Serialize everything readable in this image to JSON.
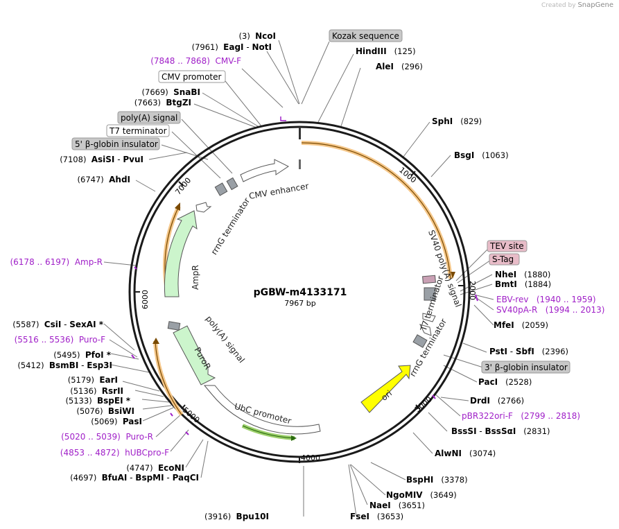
{
  "credit": {
    "prefix": "Created by",
    "brand": "SnapGene"
  },
  "plasmid": {
    "name": "pGBW-m4133171",
    "size": "7967 bp"
  },
  "ticks": [
    "1000",
    "2000",
    "3000",
    "4000",
    "5000",
    "6000",
    "7000"
  ],
  "boxes": [
    "Kozak sequence",
    "CMV promoter",
    "poly(A) signal",
    "T7 terminator",
    "5' β-globin insulator",
    "TEV site",
    "S-Tag",
    "3' β-globin insulator"
  ],
  "enzymes": [
    {
      "pos": "(3)",
      "name": "NcoI"
    },
    {
      "pos": "(7961)",
      "name": "EagI",
      "sep": " - ",
      "name2": "NotI"
    },
    {
      "pos": "(125)",
      "name": "HindIII"
    },
    {
      "pos": "(296)",
      "name": "AleI"
    },
    {
      "pos": "(7669)",
      "name": "SnaBI"
    },
    {
      "pos": "(7663)",
      "name": "BtgZI"
    },
    {
      "pos": "(829)",
      "name": "SphI"
    },
    {
      "pos": "(1063)",
      "name": "BsgI"
    },
    {
      "pos": "(7108)",
      "name": "AsiSI",
      "sep": " - ",
      "name2": "PvuI"
    },
    {
      "pos": "(6747)",
      "name": "AhdI"
    },
    {
      "pos": "(1880)",
      "name": "NheI"
    },
    {
      "pos": "(1884)",
      "name": "BmtI"
    },
    {
      "pos": "(2059)",
      "name": "MfeI"
    },
    {
      "pos": "(5587)",
      "name": "CsiI",
      "sep": " - ",
      "name2": "SexAI *"
    },
    {
      "pos": "(5495)",
      "name": "PfoI *"
    },
    {
      "pos": "(5412)",
      "name": "BsmBI",
      "sep": " - ",
      "name2": "Esp3I"
    },
    {
      "pos": "(2396)",
      "name": "PstI",
      "sep": " - ",
      "name2": "SbfI"
    },
    {
      "pos": "(2528)",
      "name": "PacI"
    },
    {
      "pos": "(5179)",
      "name": "EarI"
    },
    {
      "pos": "(5136)",
      "name": "RsrII"
    },
    {
      "pos": "(5133)",
      "name": "BspEI *"
    },
    {
      "pos": "(5076)",
      "name": "BsiWI"
    },
    {
      "pos": "(5069)",
      "name": "PasI"
    },
    {
      "pos": "(2766)",
      "name": "DrdI"
    },
    {
      "pos": "(2831)",
      "name": "BssSI",
      "sep": " - ",
      "name2": "BssSαI"
    },
    {
      "pos": "(3074)",
      "name": "AlwNI"
    },
    {
      "pos": "(4747)",
      "name": "EcoNI"
    },
    {
      "pos": "(4697)",
      "name": "BfuAI",
      "sep": " - ",
      "name2": "BspMI",
      "sep2": " - ",
      "name3": "PaqCI"
    },
    {
      "pos": "(3378)",
      "name": "BspHI"
    },
    {
      "pos": "(3649)",
      "name": "NgoMIV"
    },
    {
      "pos": "(3651)",
      "name": "NaeI"
    },
    {
      "pos": "(3653)",
      "name": "FseI"
    },
    {
      "pos": "(3916)",
      "name": "Bpu10I"
    }
  ],
  "primers": [
    {
      "range": "(7848 .. 7868)",
      "name": "CMV-F"
    },
    {
      "range": "(6178 .. 6197)",
      "name": "Amp-R"
    },
    {
      "range": "(5516 .. 5536)",
      "name": "Puro-F"
    },
    {
      "range": "(5020 .. 5039)",
      "name": "Puro-R"
    },
    {
      "range": "(4853 .. 4872)",
      "name": "hUBCpro-F"
    },
    {
      "range": "(1940 .. 1959)",
      "name": "EBV-rev"
    },
    {
      "range": "(1994 .. 2013)",
      "name": "SV40pA-R"
    },
    {
      "range": "(2799 .. 2818)",
      "name": "pBR322ori-F"
    }
  ],
  "features": [
    {
      "name": "CMV enhancer"
    },
    {
      "name": "rrnG terminator"
    },
    {
      "name": "AmpR"
    },
    {
      "name": "SV40 poly(A) signal"
    },
    {
      "name": "T7 terminator"
    },
    {
      "name": "rrnG terminator"
    },
    {
      "name": "ori"
    },
    {
      "name": "poly(A) signal"
    },
    {
      "name": "PuroR"
    },
    {
      "name": "UbC promoter"
    }
  ],
  "colors": {
    "backbone": "#1a1a1a",
    "orf_fill": "#f5c78a",
    "orf_line": "#7a4a00",
    "amp_fill": "#ccf5cc",
    "ori_fill": "#ffff00",
    "primer": "#a020c8",
    "box_gray": "#c8c8c8",
    "box_pink": "#e8bcc8"
  }
}
